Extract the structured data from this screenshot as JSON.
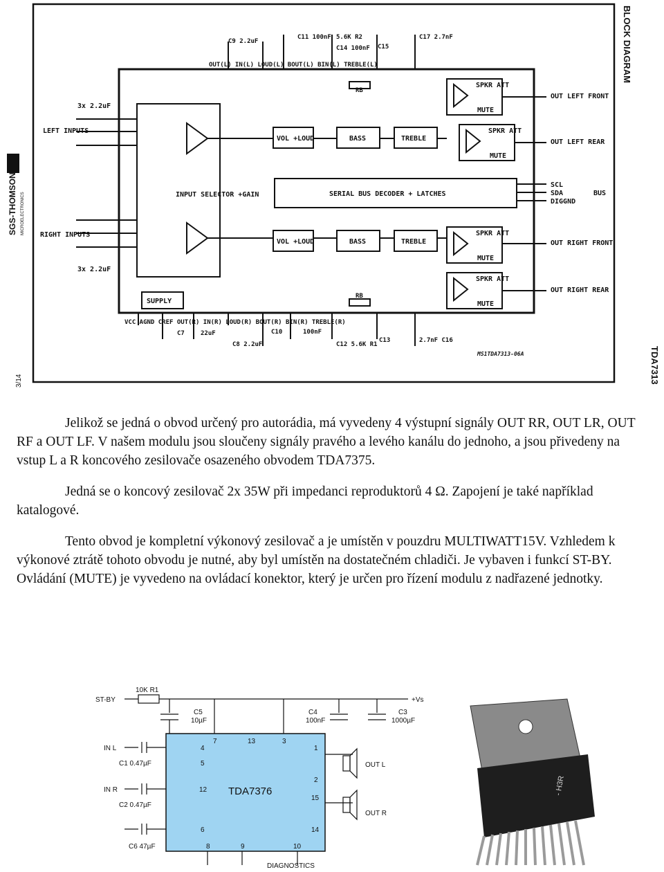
{
  "block_diagram": {
    "sidebar_title": "BLOCK DIAGRAM",
    "sidebar_part": "TDA7313",
    "page_num": "3/14",
    "company": "SGS-THOMSON",
    "company_sub": "MICROELECTRONICS",
    "footer_code": "MS1TDA7313-06A",
    "left_inputs": "LEFT INPUTS",
    "right_inputs": "RIGHT INPUTS",
    "cap_top": "3x 2.2uF",
    "cap_bottom": "3x 2.2uF",
    "input_selector": "INPUT SELECTOR +GAIN",
    "supply": "SUPPLY",
    "vol_loud": "VOL +LOUD",
    "bass": "BASS",
    "treble": "TREBLE",
    "bus_decoder": "SERIAL BUS DECODER + LATCHES",
    "spkr_att": "SPKR ATT",
    "mute": "MUTE",
    "out_lf": "OUT LEFT FRONT",
    "out_lr": "OUT LEFT REAR",
    "out_rf": "OUT RIGHT FRONT",
    "out_rr": "OUT RIGHT REAR",
    "scl": "SCL",
    "sda": "SDA",
    "diggnd": "DIGGND",
    "bus": "BUS",
    "top_pins": "OUT(L)  IN(L)  LOUD(L)  BOUT(L) BIN(L)  TREBLE(L)",
    "bottom_pins": "VCC AGND  CREF  OUT(R)  IN(R)  LOUD(R)  BOUT(R) BIN(R)  TREBLE(R)",
    "c9": "C9 2.2uF",
    "c11": "C11 100nF",
    "r2": "5.6K R2",
    "c14": "C14 100nF",
    "c15": "C15",
    "c17": "C17 2.7nF",
    "c7": "C7",
    "c7v": "22uF",
    "c8": "C8 2.2uF",
    "c10": "C10",
    "c10v": "100nF",
    "c12": "C12 5.6K R1",
    "c13": "C13",
    "c16": "2.7nF C16",
    "rb": "RB"
  },
  "text": {
    "p1": "Jelikož se jedná o obvod určený pro autorádia, má vyvedeny 4 výstupní signály OUT RR, OUT LR, OUT RF a OUT LF. V našem modulu jsou sloučeny signály pravého a levého kanálu do jednoho, a jsou přivedeny na vstup L a R koncového zesilovače osazeného obvodem TDA7375.",
    "p2": "Jedná se o koncový zesilovač 2x 35W při impedanci reproduktorů 4 Ω. Zapojení je také například katalogové.",
    "p3": "Tento obvod je kompletní výkonový zesilovač a je umístěn v pouzdru MULTIWATT15V. Vzhledem k výkonové ztrátě tohoto obvodu je nutné, aby byl umístěn na dostatečném chladiči. Je vybaven i funkcí ST-BY. Ovládání (MUTE) je vyvedeno na ovládací konektor, který je určen pro řízení modulu z nadřazené jednotky."
  },
  "circuit": {
    "chip": "TDA7376",
    "st_by": "ST-BY",
    "r1": "10K R1",
    "vs": "+Vs",
    "c5": "C5",
    "c5v": "10µF",
    "c4": "C4",
    "c4v": "100nF",
    "c3": "C3",
    "c3v": "1000µF",
    "in_l": "IN L",
    "c1": "C1 0.47µF",
    "in_r": "IN R",
    "c2": "C2 0.47µF",
    "c6": "C6 47µF",
    "out_l": "OUT L",
    "out_r": "OUT R",
    "diag": "DIAGNOSTICS",
    "pins": [
      "7",
      "13",
      "3",
      "1",
      "4",
      "2",
      "12",
      "15",
      "6",
      "14",
      "8",
      "9",
      "10",
      "5"
    ]
  },
  "package_label": "- H3R"
}
